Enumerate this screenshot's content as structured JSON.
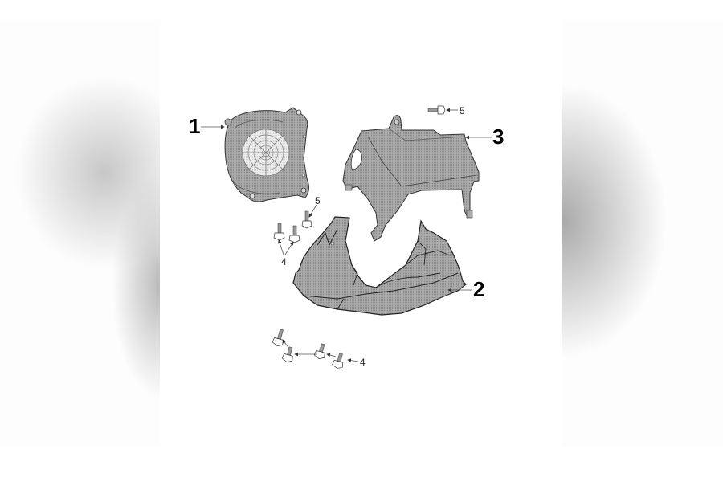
{
  "diagram": {
    "type": "exploded-parts-diagram",
    "background_color": "#ffffff",
    "part_fill_color": "#9a9a9a",
    "outline_color": "#222222",
    "callouts": [
      {
        "id": "callout-1",
        "label": "1",
        "part": "fan-shroud-cover",
        "size": "large"
      },
      {
        "id": "callout-2",
        "label": "2",
        "part": "lower-engine-cowling",
        "size": "large"
      },
      {
        "id": "callout-3",
        "label": "3",
        "part": "upper-engine-cover",
        "size": "large"
      },
      {
        "id": "callout-4a",
        "label": "4",
        "part": "flange-bolts-upper",
        "size": "small"
      },
      {
        "id": "callout-4b",
        "label": "4",
        "part": "flange-bolts-lower",
        "size": "small"
      },
      {
        "id": "callout-5a",
        "label": "5",
        "part": "bolt-upper-cover",
        "size": "small"
      },
      {
        "id": "callout-5b",
        "label": "5",
        "part": "bolt-near-cowling",
        "size": "small"
      }
    ]
  }
}
